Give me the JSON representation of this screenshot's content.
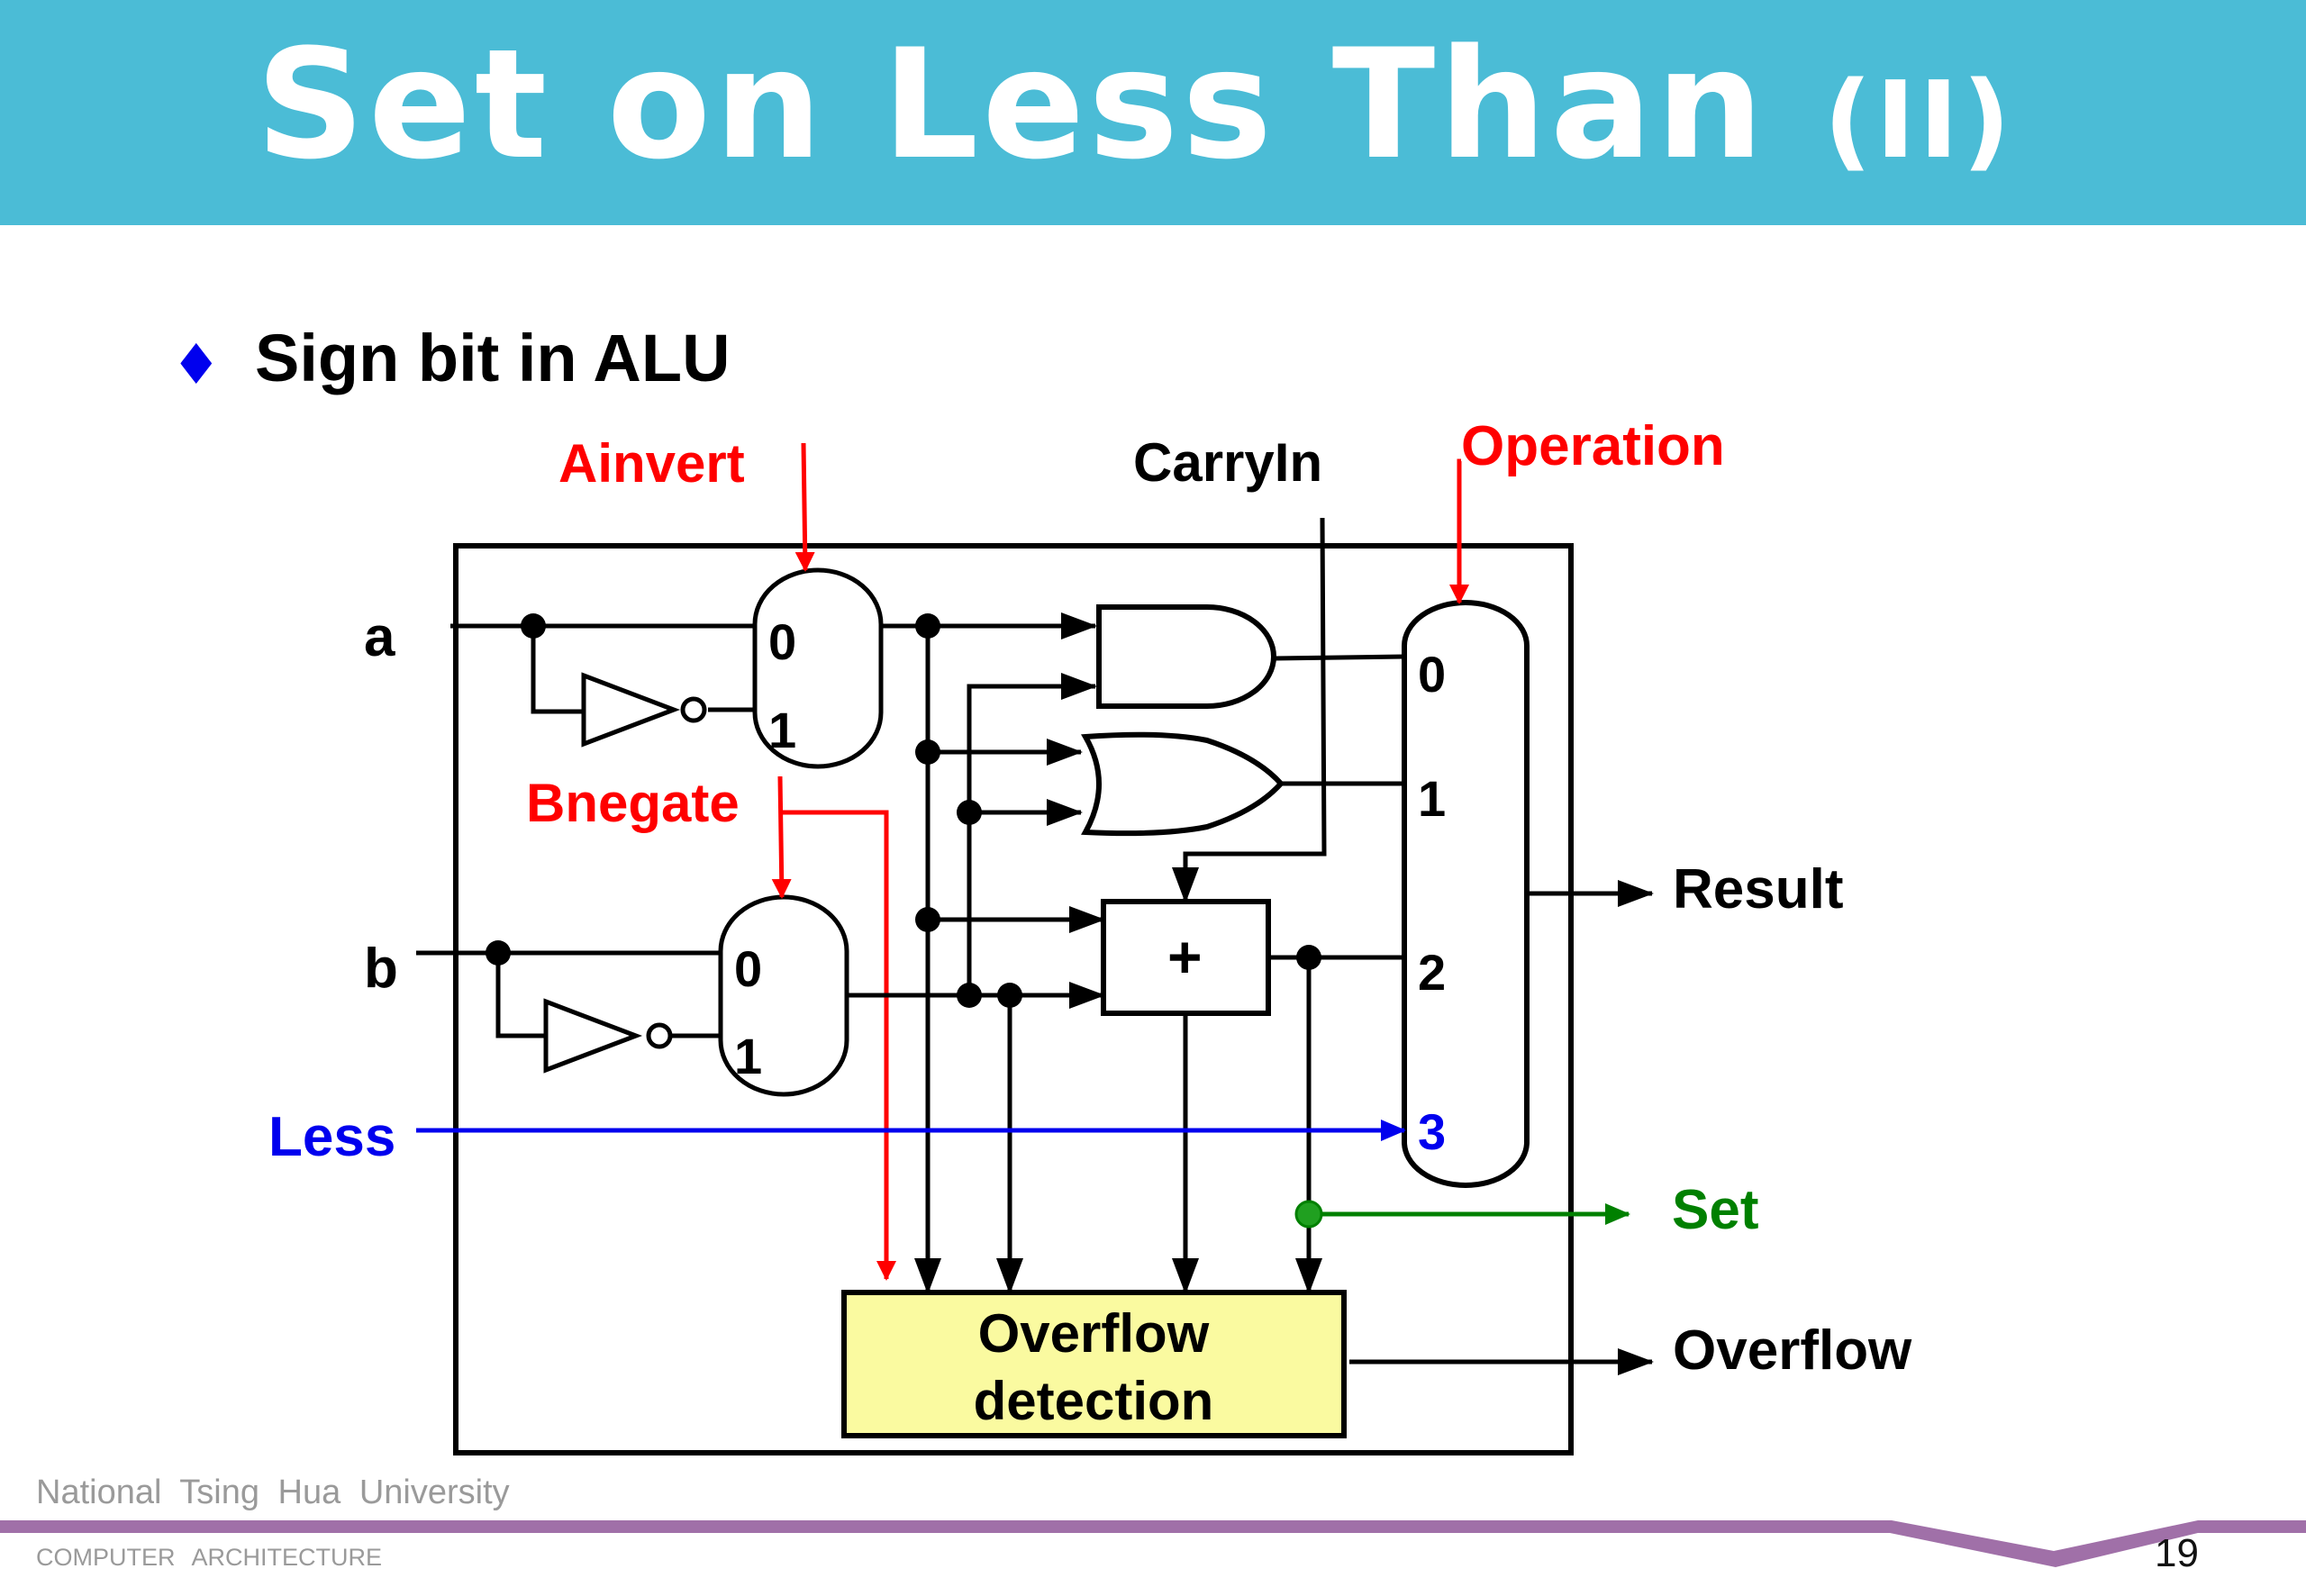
{
  "slide": {
    "title": "Set on Less Than",
    "title_suffix": "(II)",
    "bullet_icon": "diamond-bullet-icon",
    "bullet_text": "Sign bit in ALU",
    "page_number": "19"
  },
  "footer": {
    "university": "National Tsing Hua University",
    "course": "COMPUTER ARCHITECTURE"
  },
  "diagram": {
    "control_signals": {
      "ainvert": "Ainvert",
      "bnegate": "Bnegate",
      "carry_in": "CarryIn",
      "operation": "Operation"
    },
    "inputs": {
      "a": "a",
      "b": "b",
      "less": "Less"
    },
    "outputs": {
      "result": "Result",
      "set": "Set",
      "overflow": "Overflow"
    },
    "mux_a_inputs": [
      "0",
      "1"
    ],
    "mux_b_inputs": [
      "0",
      "1"
    ],
    "result_mux_inputs": [
      "0",
      "1",
      "2",
      "3"
    ],
    "adder_symbol": "+",
    "overflow_block": [
      "Overflow",
      "detection"
    ],
    "colors": {
      "title_bar": "#4bbcd6",
      "control": "#ff0000",
      "less": "#0000ee",
      "set": "#008000",
      "overflow_fill": "#fafaa0",
      "footer_band": "#a070a8"
    }
  }
}
